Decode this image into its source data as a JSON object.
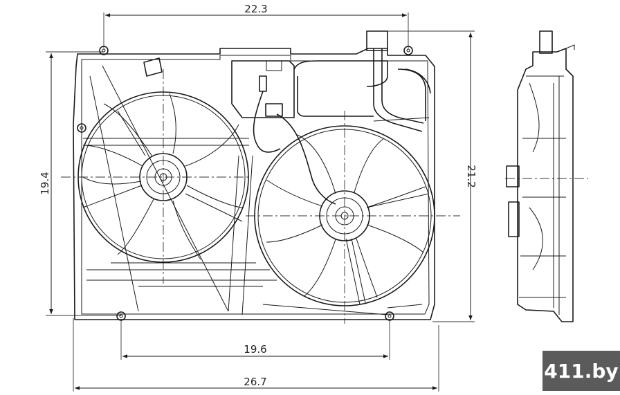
{
  "dimensions": {
    "top_width": "22.3",
    "left_height": "19.4",
    "right_height": "21.2",
    "bottom_mount_width": "19.6",
    "overall_width": "26.7"
  },
  "watermark": {
    "text": "411.by"
  },
  "colors": {
    "line": "#1a1a1a",
    "badge_bg": "#5b5b5b",
    "badge_text": "#ffffff"
  }
}
